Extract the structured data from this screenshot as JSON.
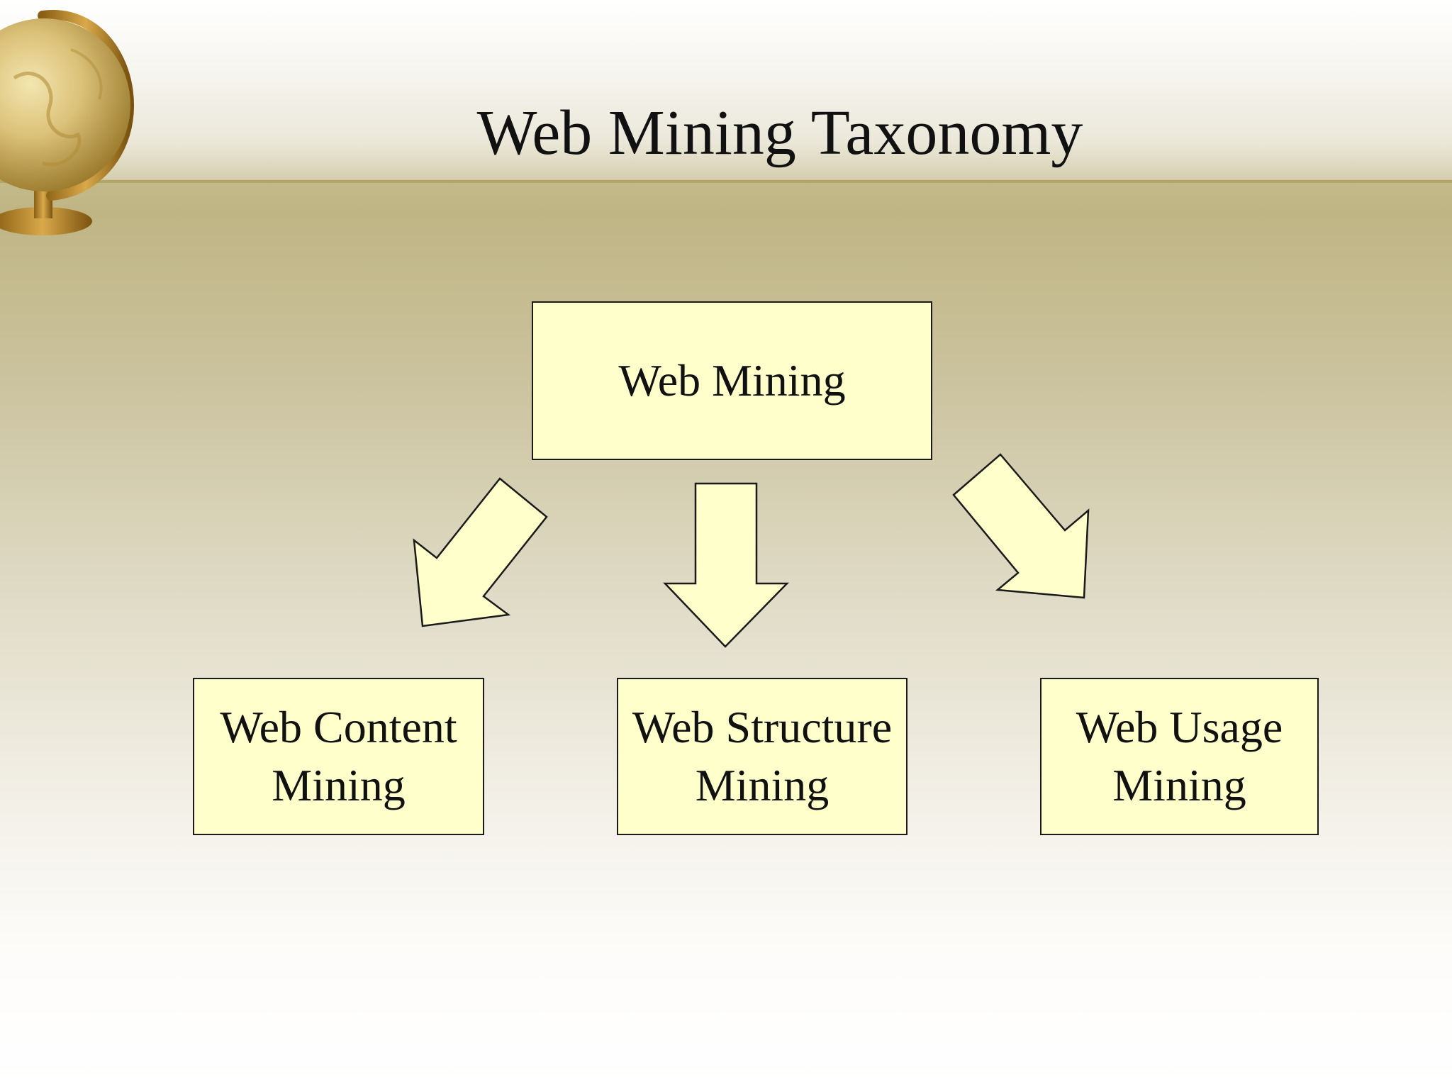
{
  "slide": {
    "title": "Web Mining Taxonomy",
    "root": {
      "label": "Web Mining"
    },
    "children": [
      {
        "line1": "Web Content",
        "line2": "Mining"
      },
      {
        "line1": "Web Structure",
        "line2": "Mining"
      },
      {
        "line1": "Web Usage",
        "line2": "Mining"
      }
    ]
  },
  "colors": {
    "box_fill": "#ffffcc",
    "outline": "#1a1a1a",
    "title_rule": "#b3a56a"
  },
  "icons": {
    "decoration": "globe-icon",
    "connectors": [
      "arrow-down-left-icon",
      "arrow-down-icon",
      "arrow-down-right-icon"
    ]
  }
}
